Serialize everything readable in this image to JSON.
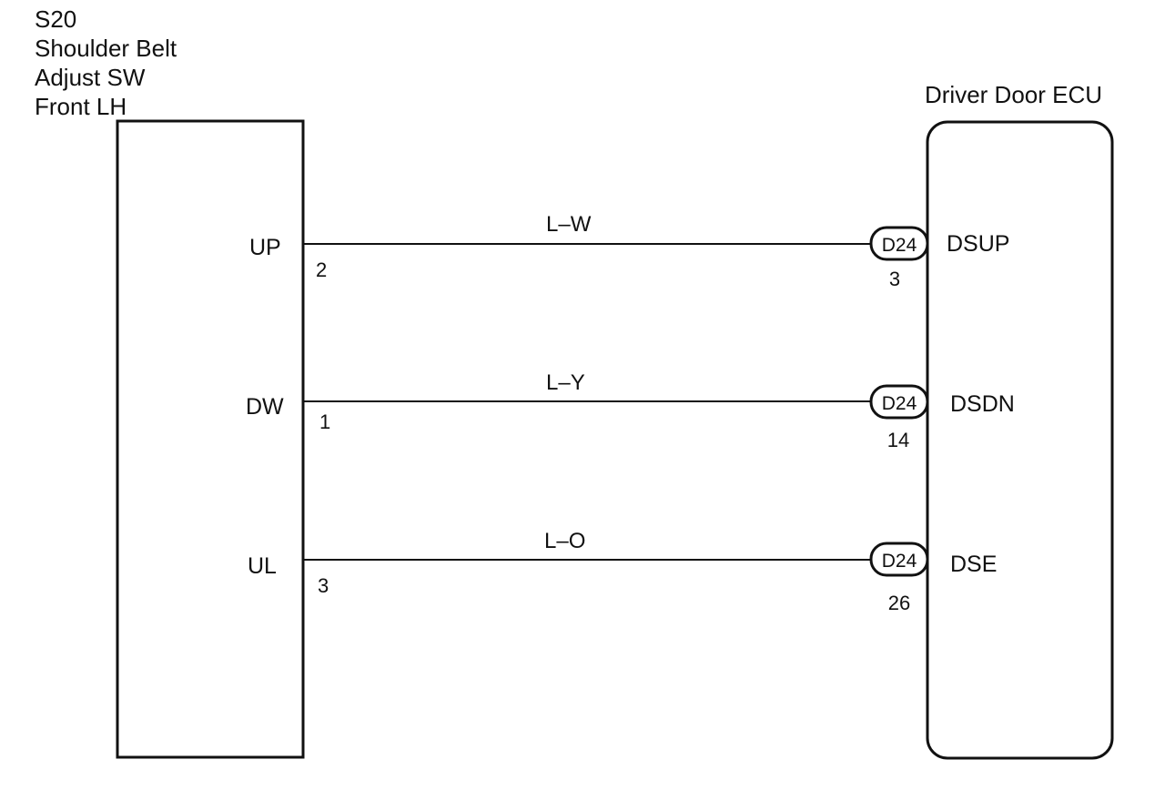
{
  "left_component": {
    "title_lines": [
      "S20",
      "Shoulder Belt",
      "Adjust SW",
      "Front LH"
    ]
  },
  "right_component": {
    "title": "Driver Door ECU"
  },
  "connections": [
    {
      "switch_pin": "UP",
      "switch_pin_no": "2",
      "wire_color": "L–W",
      "connector": "D24",
      "ecu_pin_no": "3",
      "ecu_pin": "DSUP"
    },
    {
      "switch_pin": "DW",
      "switch_pin_no": "1",
      "wire_color": "L–Y",
      "connector": "D24",
      "ecu_pin_no": "14",
      "ecu_pin": "DSDN"
    },
    {
      "switch_pin": "UL",
      "switch_pin_no": "3",
      "wire_color": "L–O",
      "connector": "D24",
      "ecu_pin_no": "26",
      "ecu_pin": "DSE"
    }
  ]
}
